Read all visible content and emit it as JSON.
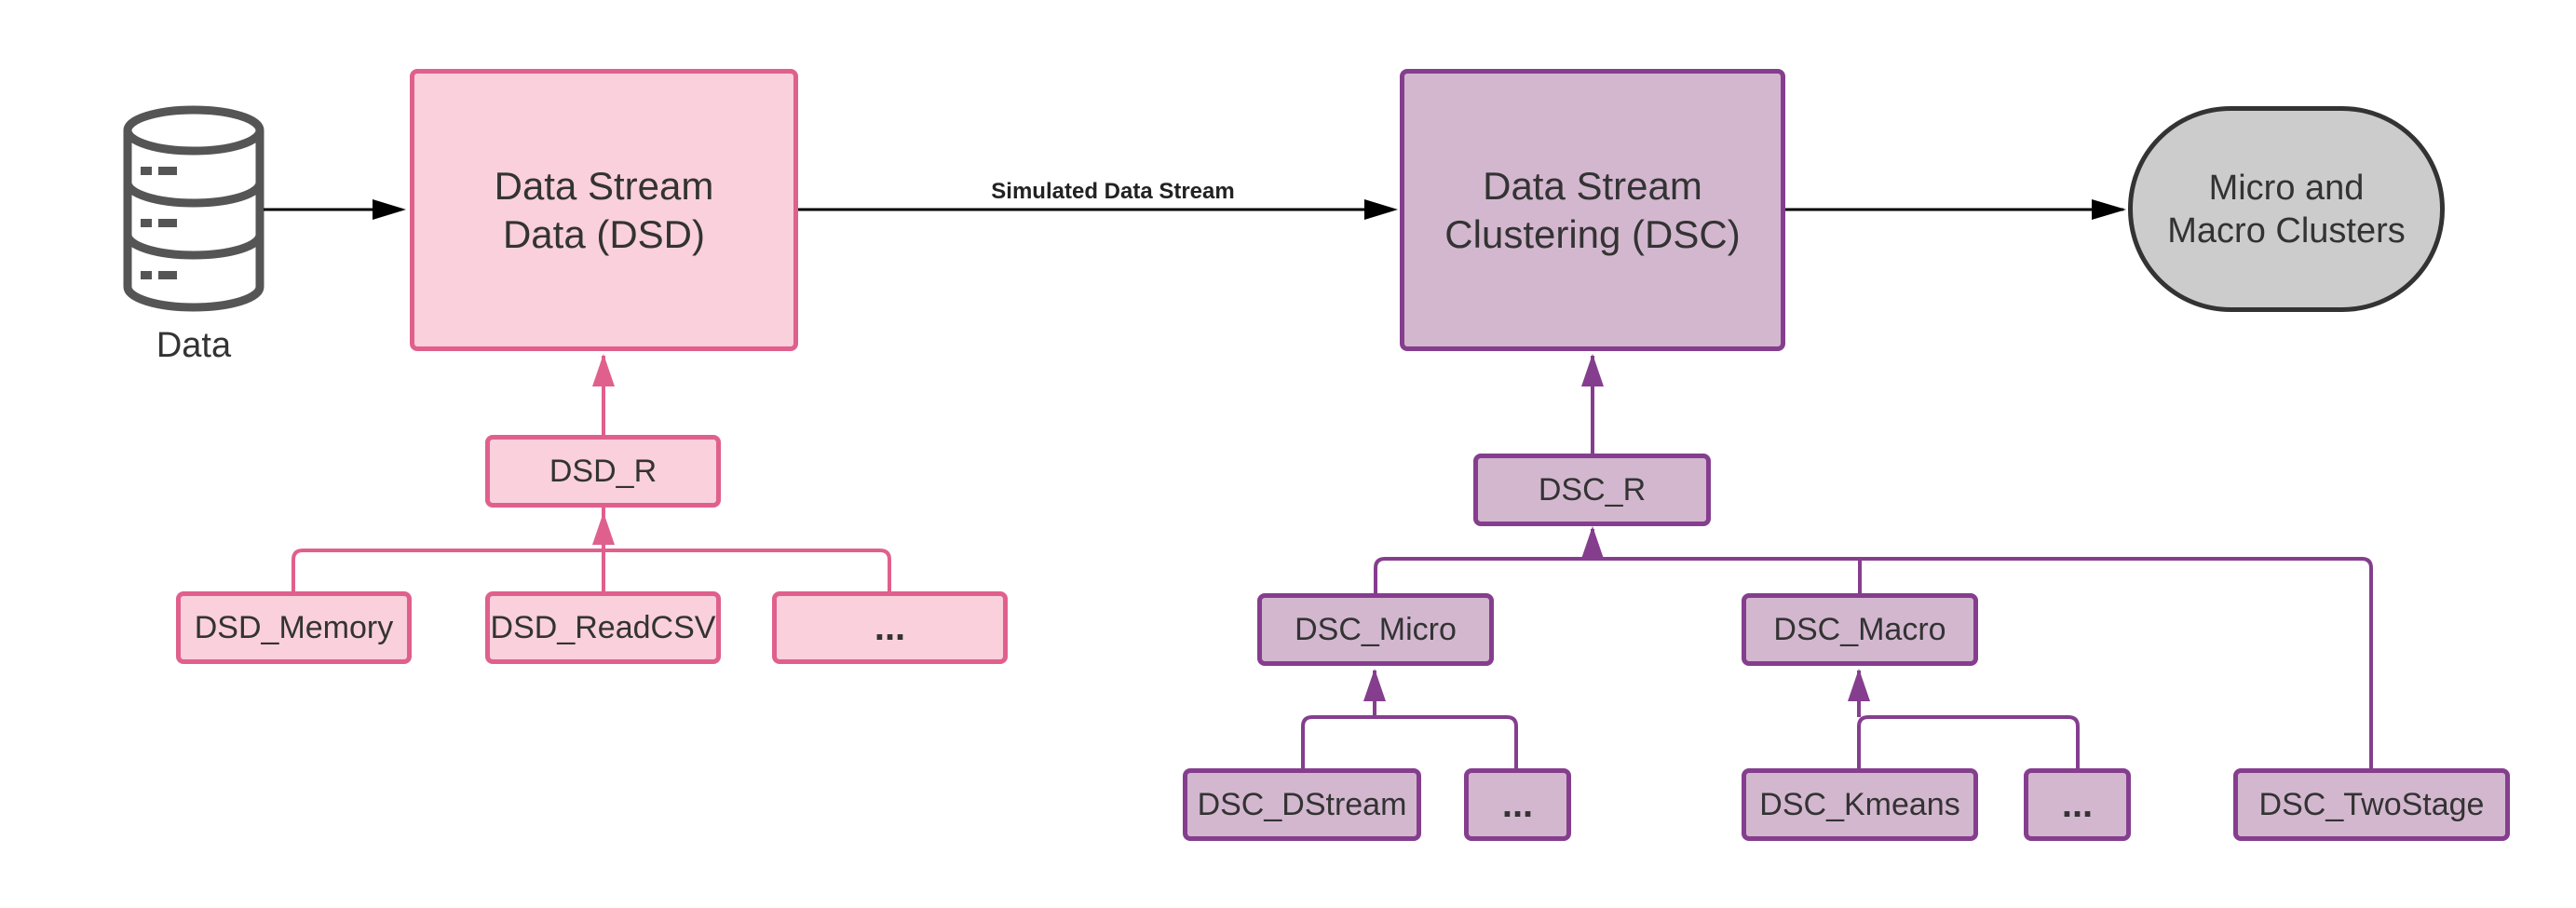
{
  "colors": {
    "pink_fill": "#f9d0dc",
    "pink_stroke": "#e0608d",
    "purple_fill": "#d3b7cf",
    "purple_stroke": "#853e8e",
    "grey_fill": "#cccccc",
    "dark_stroke": "#333333",
    "db_icon": "#555555"
  },
  "icons": {
    "data_source": "database-icon"
  },
  "labels": {
    "data": "Data",
    "edge": "Simulated Data Stream"
  },
  "nodes": {
    "dsd": "Data Stream Data (DSD)",
    "dsc": "Data Stream Clustering (DSC)",
    "output": "Micro and Macro Clusters",
    "dsd_r": "DSD_R",
    "dsd_memory": "DSD_Memory",
    "dsd_readcsv": "DSD_ReadCSV",
    "dsd_more": "...",
    "dsc_r": "DSC_R",
    "dsc_micro": "DSC_Micro",
    "dsc_macro": "DSC_Macro",
    "dsc_dstream": "DSC_DStream",
    "dsc_micro_more": "...",
    "dsc_kmeans": "DSC_Kmeans",
    "dsc_macro_more": "...",
    "dsc_twostage": "DSC_TwoStage"
  }
}
